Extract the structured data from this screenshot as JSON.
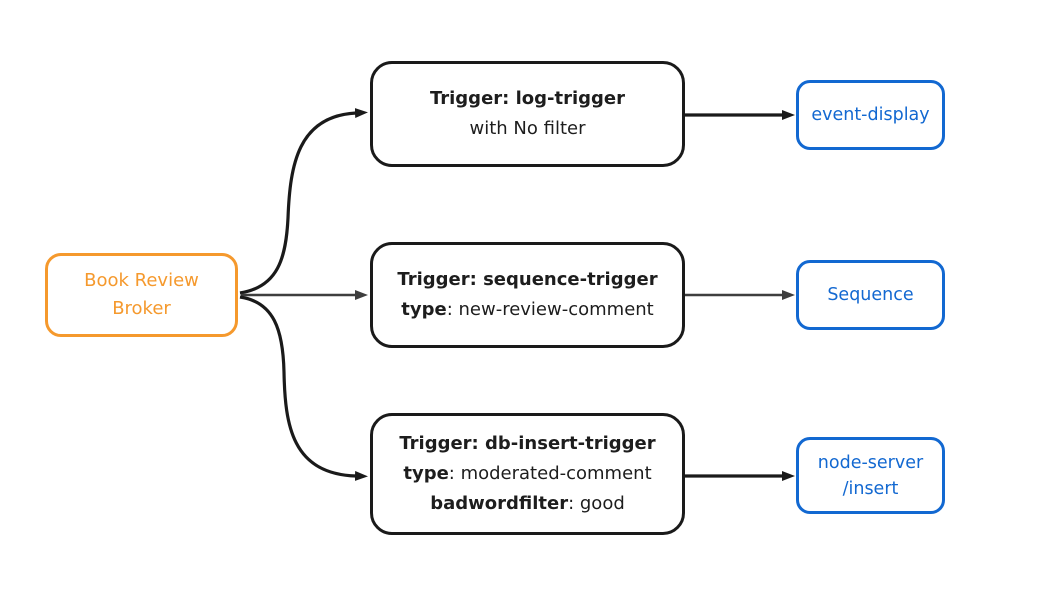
{
  "broker": {
    "line1": "Book Review",
    "line2": "Broker"
  },
  "triggers": [
    {
      "title": "Trigger: log-trigger",
      "filter_line": "with No filter"
    },
    {
      "title": "Trigger: sequence-trigger",
      "attr_key": "type",
      "attr_value": ": new-review-comment"
    },
    {
      "title": "Trigger: db-insert-trigger",
      "attr_key": "type",
      "attr_value": ": moderated-comment",
      "attr2_key": "badwordfilter",
      "attr2_value": ": good"
    }
  ],
  "sinks": [
    {
      "line1": "event-display"
    },
    {
      "line1": "Sequence"
    },
    {
      "line1": "node-server",
      "line2": "/insert"
    }
  ],
  "colors": {
    "broker_accent": "#F5992D",
    "sink_accent": "#1268D1",
    "node_border": "#1A1A1A",
    "arrow_black": "#1A1A1A",
    "arrow_gray": "#3E3E3E",
    "background": "#FFFFFF"
  }
}
